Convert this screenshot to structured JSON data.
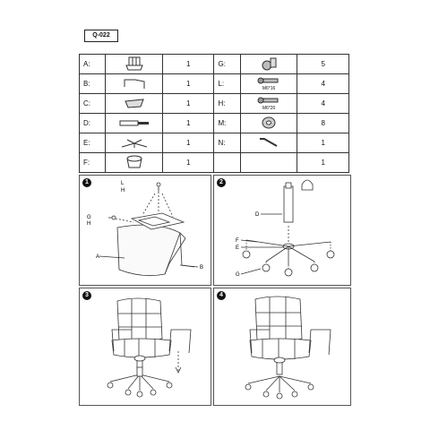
{
  "model": "Q-022",
  "parts_left": [
    {
      "label": "A:",
      "icon": "seat-back-icon",
      "qty": "1"
    },
    {
      "label": "B:",
      "icon": "armrest-icon",
      "qty": "1"
    },
    {
      "label": "C:",
      "icon": "mechanism-icon",
      "qty": "1"
    },
    {
      "label": "D:",
      "icon": "gas-lift-icon",
      "qty": "1"
    },
    {
      "label": "E:",
      "icon": "base-icon",
      "qty": "1"
    },
    {
      "label": "F:",
      "icon": "gas-cover-icon",
      "qty": "1"
    }
  ],
  "parts_right": [
    {
      "label": "G:",
      "icon": "caster-icon",
      "caption": "",
      "qty": "5"
    },
    {
      "label": "L:",
      "icon": "bolt-icon",
      "caption": "M6*16",
      "qty": "4"
    },
    {
      "label": "H:",
      "icon": "bolt-icon",
      "caption": "M6*20",
      "qty": "4"
    },
    {
      "label": "M:",
      "icon": "washer-icon",
      "caption": "",
      "qty": "8"
    },
    {
      "label": "N:",
      "icon": "allen-key-icon",
      "caption": "",
      "qty": "1"
    },
    {
      "label": "",
      "icon": "",
      "caption": "",
      "qty": "1"
    }
  ],
  "steps": [
    "1",
    "2",
    "3",
    "4"
  ],
  "step1_labels": {
    "L": "L",
    "H": "H",
    "G": "G",
    "H2": "H",
    "A": "A",
    "B": "B"
  },
  "step2_labels": {
    "D": "D",
    "F": "F",
    "E": "E",
    "G": "G"
  }
}
